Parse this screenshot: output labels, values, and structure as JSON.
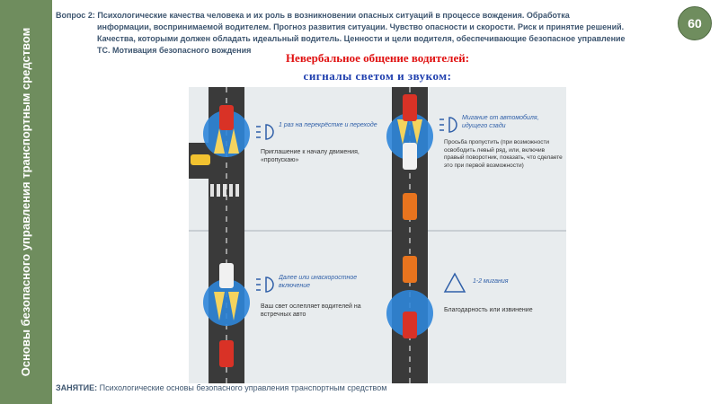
{
  "sidebar": {
    "title": "Основы безопасного управления транспортным средством"
  },
  "slide_number": "60",
  "question": {
    "label": "Вопрос 2:",
    "line1": "Психологические качества человека и их роль в возникновении опасных ситуаций в процессе вождения. Обработка",
    "line2": "информации, воспринимаемой водителем. Прогноз развития ситуации. Чувство опасности и скорости. Риск и принятие решений.",
    "line3": "Качества, которыми должен обладать идеальный водитель. Ценности и цели водителя, обеспечивающие безопасное управление",
    "line4": "ТС. Мотивация безопасного вождения"
  },
  "title": {
    "line1": "Невербальное общение водителей:",
    "line2": "сигналы светом и звуком:"
  },
  "figure": {
    "items": [
      {
        "freq": "1 раз на перекрёстке и переходе",
        "meaning": "Приглашение к началу движения, «пропускаю»"
      },
      {
        "freq": "Мигание от автомобиля, идущего сзади",
        "meaning": "Просьба пропустить (при возможности освободить левый ряд, или, включив правый поворотник, показать, что сделаете это при первой возможности)"
      },
      {
        "freq": "Далее или инаскоростное включение",
        "meaning": "Ваш свет ослепляет водителей на встречных авто"
      },
      {
        "freq": "1-2 мигания",
        "meaning": "Благодарность или извинение"
      }
    ],
    "colors": {
      "road": "#3a3a3a",
      "glow": "#2f86d9",
      "beam": "#f4d35e",
      "car_red": "#d93226",
      "car_orange": "#e8741e",
      "car_yellow": "#f2c230",
      "car_white": "#f1f1f1"
    }
  },
  "footer": {
    "label": "ЗАНЯТИЕ:",
    "text": "Психологические основы безопасного управления транспортным средством"
  }
}
